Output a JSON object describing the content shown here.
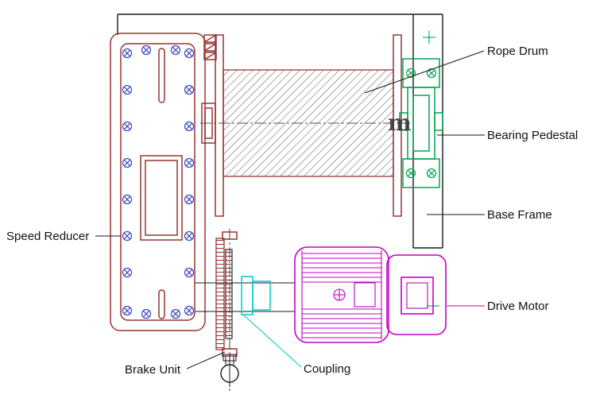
{
  "figure": {
    "type": "engineering-assembly-drawing",
    "subject": "electric winch assembly top view",
    "watermark": "m"
  },
  "labels": {
    "rope_drum": "Rope Drum",
    "bearing_pedestal": "Bearing Pedestal",
    "base_frame": "Base Frame",
    "drive_motor": "Drive Motor",
    "speed_reducer": "Speed Reducer",
    "brake_unit": "Brake Unit",
    "coupling": "Coupling"
  },
  "colors": {
    "line": "#1a1a1a",
    "reducer": "#993333",
    "hatch": "#555555",
    "pedestal": "#00a651",
    "motor": "#c400c4",
    "coupling_accent": "#00c8c8",
    "bolt": "#3a49c0",
    "center_mark": "#00a651",
    "label_text": "#111111"
  }
}
